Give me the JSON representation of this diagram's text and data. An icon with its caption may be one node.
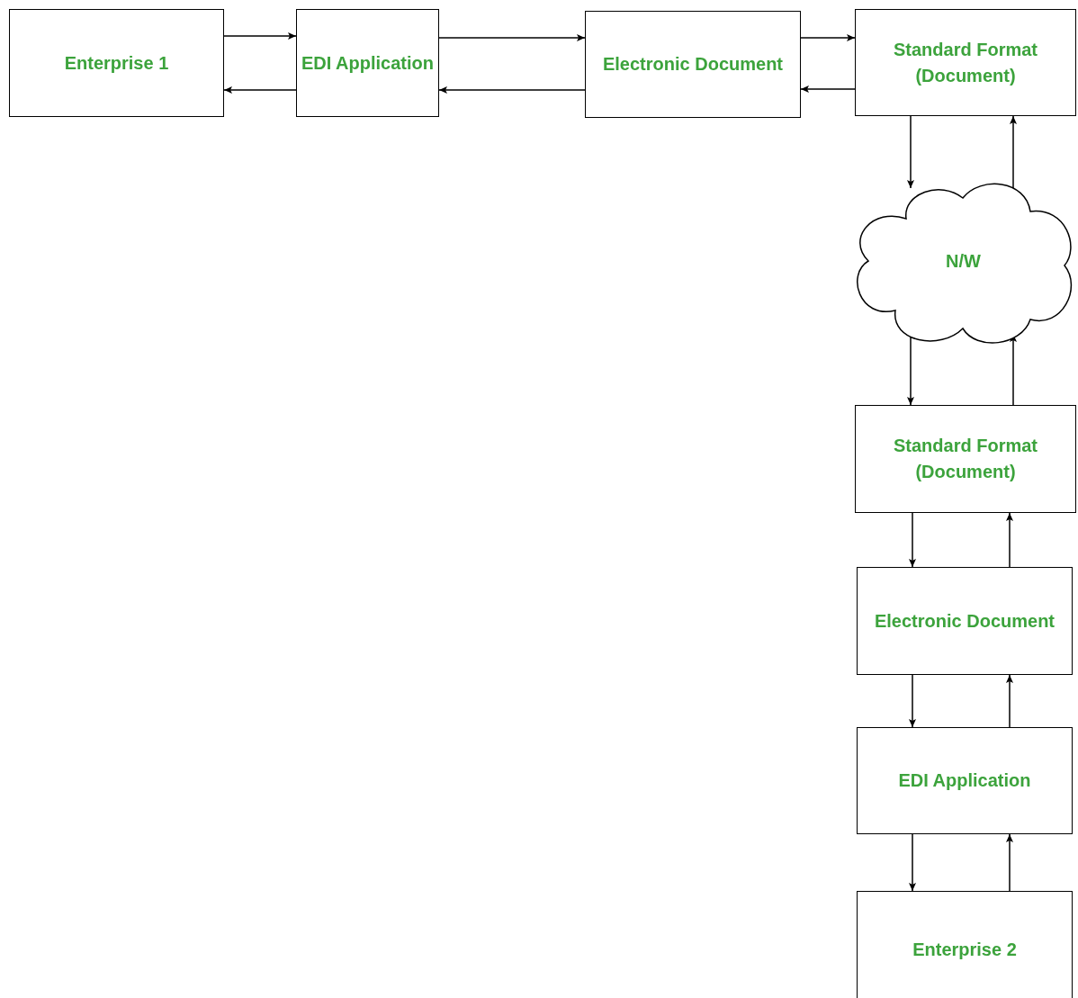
{
  "diagram": {
    "nodes": [
      {
        "text": [
          "Enterprise 1"
        ]
      },
      {
        "text": [
          "EDI Application"
        ]
      },
      {
        "text": [
          "Electronic Document"
        ]
      },
      {
        "text": [
          "Standard Format (Document)"
        ]
      },
      {
        "text": [
          "N/W"
        ]
      },
      {
        "text": [
          "Standard Format (Document)"
        ]
      },
      {
        "text": [
          "Electronic Document"
        ]
      },
      {
        "text": [
          "EDI Application"
        ]
      },
      {
        "text": [
          "Enterprise 2"
        ]
      }
    ],
    "edges": [
      {
        "from": 0,
        "to": 1,
        "arrow": "to"
      },
      {
        "from": 1,
        "to": 0,
        "arrow": "to"
      },
      {
        "from": 1,
        "to": 2,
        "arrow": "to"
      },
      {
        "from": 2,
        "to": 1,
        "arrow": "to"
      },
      {
        "from": 2,
        "to": 3,
        "arrow": "to"
      },
      {
        "from": 3,
        "to": 2,
        "arrow": "to"
      },
      {
        "from": 3,
        "to": 4,
        "arrow": "to"
      },
      {
        "from": 4,
        "to": 3,
        "arrow": "to"
      },
      {
        "from": 4,
        "to": 5,
        "arrow": "to"
      },
      {
        "from": 5,
        "to": 4,
        "arrow": "to"
      },
      {
        "from": 5,
        "to": 6,
        "arrow": "to"
      },
      {
        "from": 6,
        "to": 5,
        "arrow": "to"
      },
      {
        "from": 6,
        "to": 7,
        "arrow": "to"
      },
      {
        "from": 7,
        "to": 6,
        "arrow": "to"
      },
      {
        "from": 7,
        "to": 8,
        "arrow": "to"
      },
      {
        "from": 8,
        "to": 7,
        "arrow": "to"
      }
    ]
  }
}
